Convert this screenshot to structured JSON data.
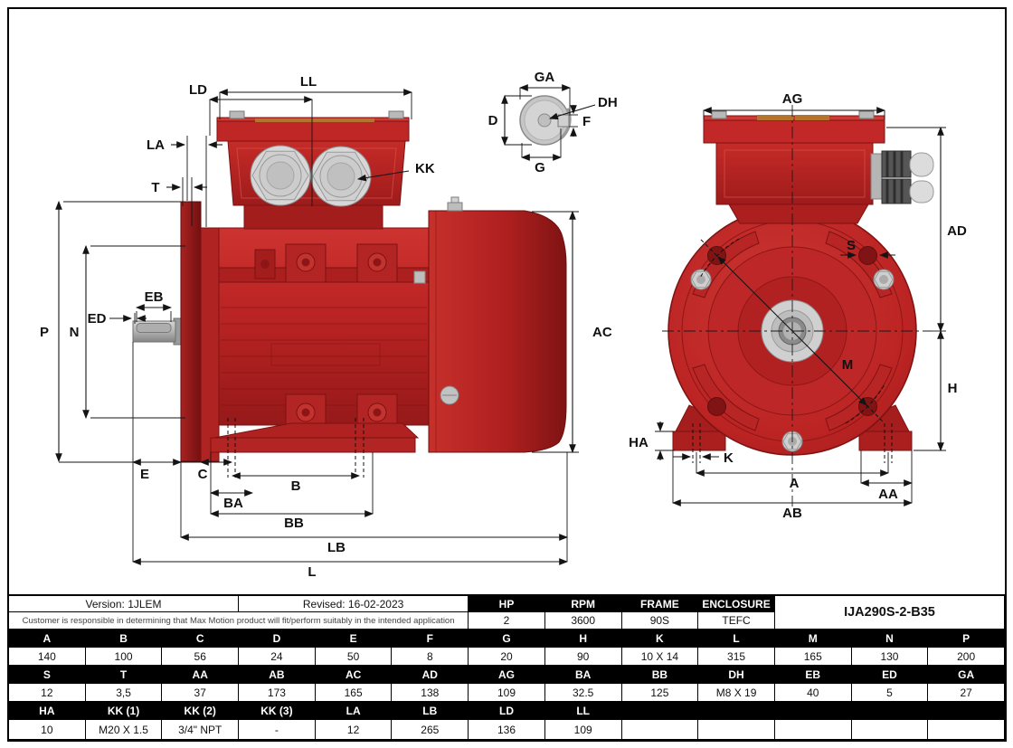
{
  "titleblock": {
    "version": "Version: 1JLEM",
    "revised": "Revised: 16-02-2023",
    "disclaimer": "Customer is responsible in determining that Max Motion product will fit/perform suitably in the intended application",
    "hp_label": "HP",
    "hp": "2",
    "rpm_label": "RPM",
    "rpm": "3600",
    "frame_label": "FRAME",
    "frame": "90S",
    "enclosure_label": "ENCLOSURE",
    "enclosure": "TEFC",
    "model": "IJA290S-2-B35"
  },
  "dims": {
    "row1": {
      "headers": [
        "A",
        "B",
        "C",
        "D",
        "E",
        "F",
        "G",
        "H",
        "K",
        "L",
        "M",
        "N",
        "P"
      ],
      "values": [
        "140",
        "100",
        "56",
        "24",
        "50",
        "8",
        "20",
        "90",
        "10 X 14",
        "315",
        "165",
        "130",
        "200"
      ]
    },
    "row2": {
      "headers": [
        "S",
        "T",
        "AA",
        "AB",
        "AC",
        "AD",
        "AG",
        "BA",
        "BB",
        "DH",
        "EB",
        "ED",
        "GA"
      ],
      "values": [
        "12",
        "3,5",
        "37",
        "173",
        "165",
        "138",
        "109",
        "32.5",
        "125",
        "M8 X 19",
        "40",
        "5",
        "27"
      ]
    },
    "row3": {
      "headers": [
        "HA",
        "KK (1)",
        "KK (2)",
        "KK (3)",
        "LA",
        "LB",
        "LD",
        "LL",
        "",
        "",
        "",
        "",
        ""
      ],
      "values": [
        "10",
        "M20 X 1.5",
        "3/4\" NPT",
        "-",
        "12",
        "265",
        "136",
        "109",
        "",
        "",
        "",
        "",
        ""
      ]
    }
  },
  "dim_labels": {
    "P": "P",
    "N": "N",
    "ED": "ED",
    "EB": "EB",
    "LA": "LA",
    "T": "T",
    "LD": "LD",
    "LL": "LL",
    "KK": "KK",
    "AC": "AC",
    "E": "E",
    "C": "C",
    "B": "B",
    "BA": "BA",
    "BB": "BB",
    "LB": "LB",
    "L": "L",
    "GA": "GA",
    "D": "D",
    "DH": "DH",
    "F": "F",
    "G": "G",
    "AG": "AG",
    "AD": "AD",
    "S": "S",
    "M": "M",
    "H": "H",
    "HA": "HA",
    "K": "K",
    "A": "A",
    "AA": "AA",
    "AB": "AB"
  },
  "colors": {
    "motor_red": "#c1272d",
    "flange_red": "#8e1a16",
    "metal_gray": "#c9c9c9",
    "gasket_orange": "#b5742e",
    "line_black": "#141414"
  }
}
